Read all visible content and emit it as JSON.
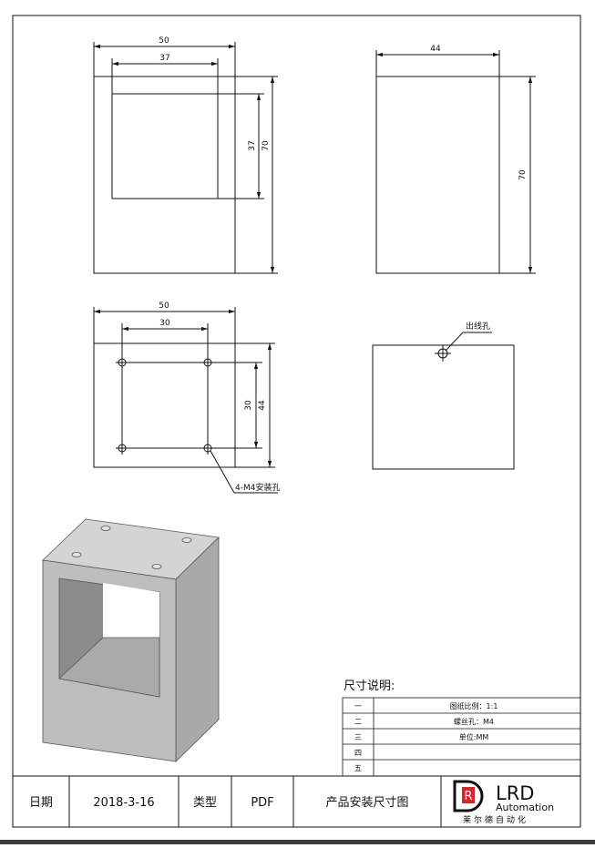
{
  "views": {
    "front": {
      "outer_width": "50",
      "inner_width": "37",
      "inner_height": "37",
      "outer_height": "70"
    },
    "side": {
      "width": "44",
      "height": "70"
    },
    "top": {
      "outer_width": "50",
      "hole_spacing_x": "30",
      "hole_spacing_y": "30",
      "outer_height": "44",
      "hole_callout": "4-M4安装孔"
    },
    "bottom": {
      "outlet_callout": "出线孔"
    }
  },
  "notes": {
    "title": "尺寸说明:",
    "rows": [
      {
        "index": "一",
        "text": "图纸比例：1:1"
      },
      {
        "index": "二",
        "text": "螺丝孔：M4"
      },
      {
        "index": "三",
        "text": "单位:MM"
      },
      {
        "index": "四",
        "text": ""
      },
      {
        "index": "五",
        "text": ""
      }
    ]
  },
  "title_block": {
    "date_label": "日期",
    "date_value": "2018-3-16",
    "type_label": "类型",
    "type_value": "PDF",
    "drawing_title": "产品安装尺寸图",
    "logo": {
      "initials": "LRD",
      "sub": "Automation",
      "mark": "R",
      "company": "莱尔德自动化"
    }
  },
  "colors": {
    "line": "#111111",
    "box_front": "#bdbdbd",
    "box_top": "#d4d4d4",
    "box_side": "#a9a9a9",
    "box_inner": "#8c8c8c",
    "logo_red": "#d8242a"
  }
}
